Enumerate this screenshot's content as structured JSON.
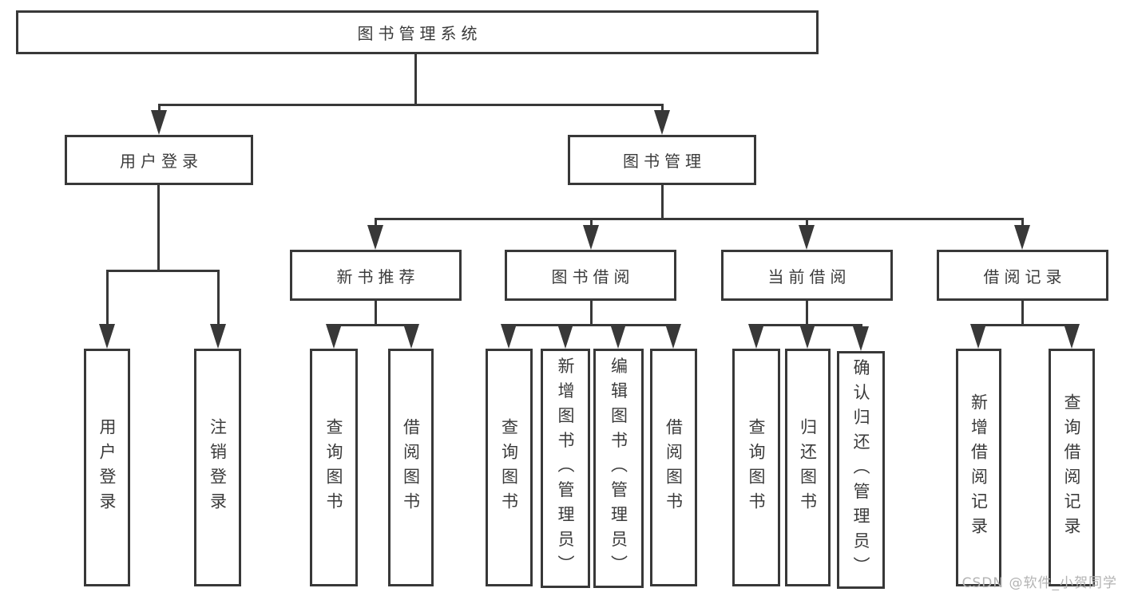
{
  "colors": {
    "line": "#383838",
    "text": "#3b3b3b",
    "watermark": "#b3b3b3",
    "background": "#ffffff"
  },
  "watermark": "CSDN @软件_小贺同学",
  "diagram": {
    "root": {
      "label": "图书管理系统"
    },
    "branches": [
      {
        "label": "用户登录",
        "leaves": [
          {
            "label": "用户登录"
          },
          {
            "label": "注销登录"
          }
        ]
      },
      {
        "label": "图书管理",
        "sections": [
          {
            "label": "新书推荐",
            "leaves": [
              {
                "label": "查询图书"
              },
              {
                "label": "借阅图书"
              }
            ]
          },
          {
            "label": "图书借阅",
            "leaves": [
              {
                "label": "查询图书"
              },
              {
                "label": "新增图书（管理员）"
              },
              {
                "label": "编辑图书（管理员）"
              },
              {
                "label": "借阅图书"
              }
            ]
          },
          {
            "label": "当前借阅",
            "leaves": [
              {
                "label": "查询图书"
              },
              {
                "label": "归还图书"
              },
              {
                "label": "确认归还（管理员）"
              }
            ]
          },
          {
            "label": "借阅记录",
            "leaves": [
              {
                "label": "新增借阅记录"
              },
              {
                "label": "查询借阅记录"
              }
            ]
          }
        ]
      }
    ]
  }
}
